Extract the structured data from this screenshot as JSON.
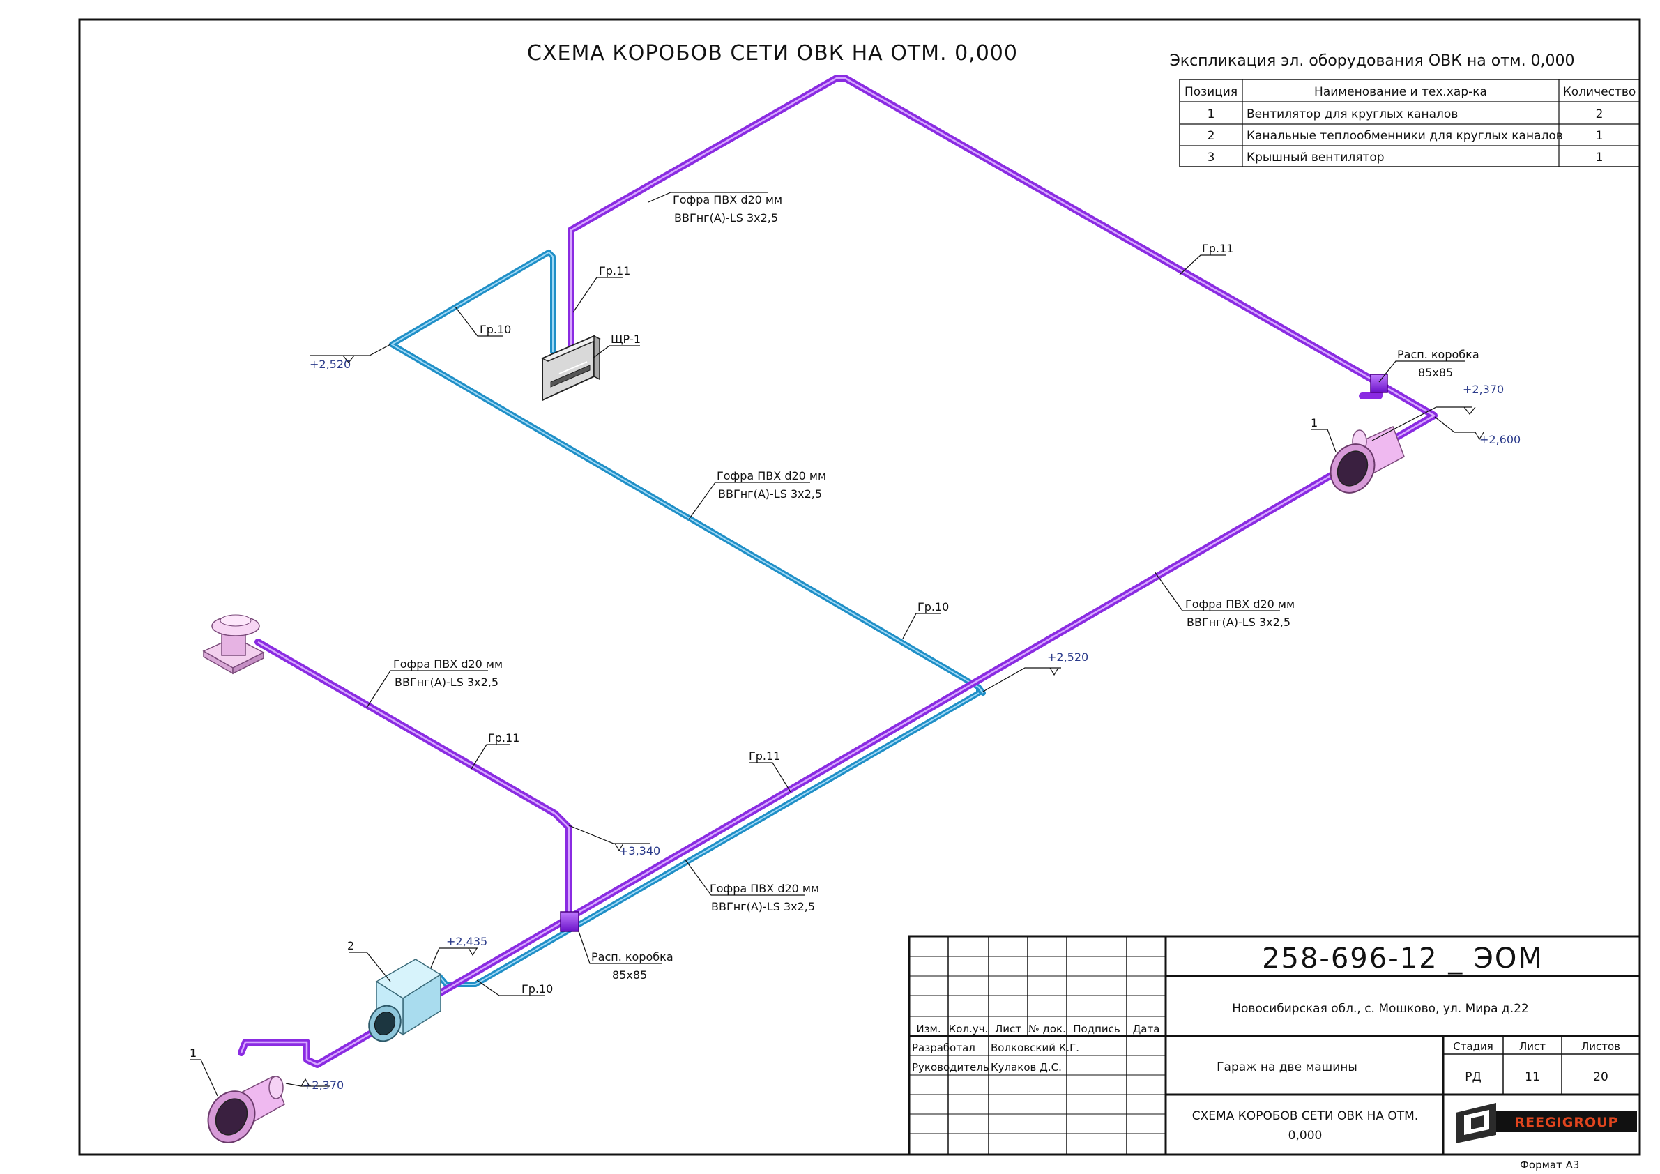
{
  "title": "СХЕМА КОРОБОВ СЕТИ ОВК НА ОТМ. 0,000",
  "explication": {
    "heading": "Экспликация эл. оборудования ОВК на отм. 0,000",
    "columns": [
      "Позиция",
      "Наименование и тех.хар-ка",
      "Количество"
    ],
    "rows": [
      [
        "1",
        "Вентилятор для круглых каналов",
        "2"
      ],
      [
        "2",
        "Канальные теплообменники для круглых каналов",
        "1"
      ],
      [
        "3",
        "Крышный вентилятор",
        "1"
      ]
    ]
  },
  "labels": {
    "gr10": "Гр.10",
    "gr11": "Гр.11",
    "shr1": "ЩР-1",
    "cable_top": "Гофра ПВХ d20 мм",
    "cable_bottom": "ВВГнг(А)-LS 3х2,5",
    "box_top": "Расп. коробка",
    "box_bottom": "85х85",
    "pos1": "1",
    "pos2": "2"
  },
  "elevations": {
    "e2520a": "+2,520",
    "e2520b": "+2,520",
    "e2370a": "+2,370",
    "e2370b": "+2,370",
    "e2600": "+2,600",
    "e3340": "+3,340",
    "e2435": "+2,435"
  },
  "stamp": {
    "doc_number": "258-696-12 _ ЭОМ",
    "address": "Новосибирская обл., с. Мошково, ул. Мира д.22",
    "object": "Гараж на две машины",
    "sheet_title_line1": "СХЕМА КОРОБОВ СЕТИ ОВК НА ОТМ.",
    "sheet_title_line2": "0,000",
    "col_headers": [
      "Изм.",
      "Кол.уч.",
      "Лист",
      "№ док.",
      "Подпись",
      "Дата"
    ],
    "role1": "Разработал",
    "name1": "Волковский К.Г.",
    "role2": "Руководитель",
    "name2": "Кулаков Д.С.",
    "stage_label": "Стадия",
    "sheet_label": "Лист",
    "sheets_label": "Листов",
    "stage": "РД",
    "sheet": "11",
    "sheets": "20",
    "logo_text": "REEGIGROUP"
  },
  "format": "Формат А3",
  "colors": {
    "gr11": "#8a2be2",
    "gr10": "#1f8fc7"
  }
}
